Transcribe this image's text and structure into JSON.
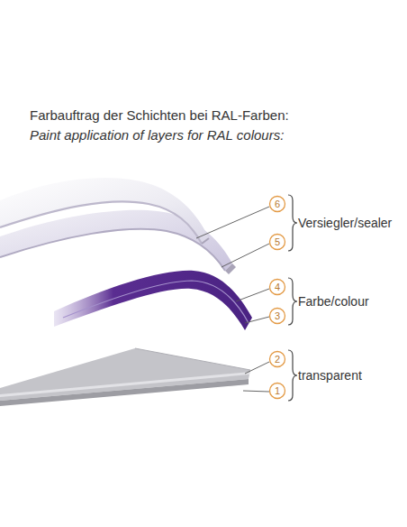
{
  "diagram": {
    "title": "Farbauftrag der Schichten bei RAL-Farben:",
    "labels": [
      "Paint application of layers for RAL colours:",
      "6",
      "Versiegler/sealer",
      "5",
      "4",
      "Farbe/colour",
      "3",
      "2",
      "transparent",
      "1"
    ]
  }
}
